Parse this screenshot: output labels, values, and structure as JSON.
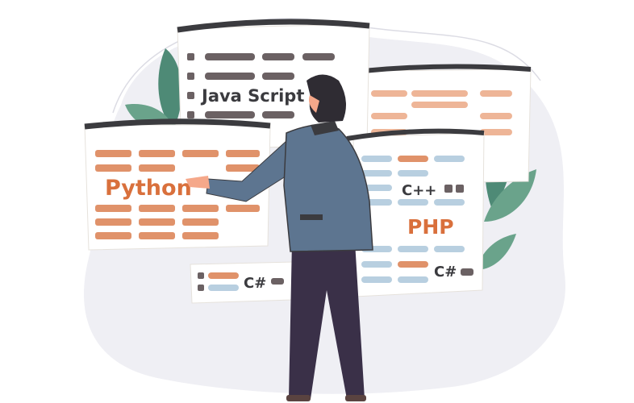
{
  "illustration": {
    "windows": {
      "javascript": {
        "label": "Java Script"
      },
      "python": {
        "label": "Python"
      },
      "cpp_php": {
        "cpp_label": "C++",
        "php_label": "PHP",
        "csharp_label": "C#"
      },
      "csharp_card": {
        "label": "C#"
      }
    },
    "colors": {
      "background_blob": "#efeff4",
      "orange": "#e0926a",
      "orange_text": "#d9703c",
      "peach": "#eeb597",
      "blue_bar": "#b8cfe0",
      "dark_bar": "#6b6163",
      "window_bar": "#3b3b3f",
      "jacket": "#5d7590",
      "pants": "#3a3048",
      "leaf": "#4e8a76"
    }
  }
}
